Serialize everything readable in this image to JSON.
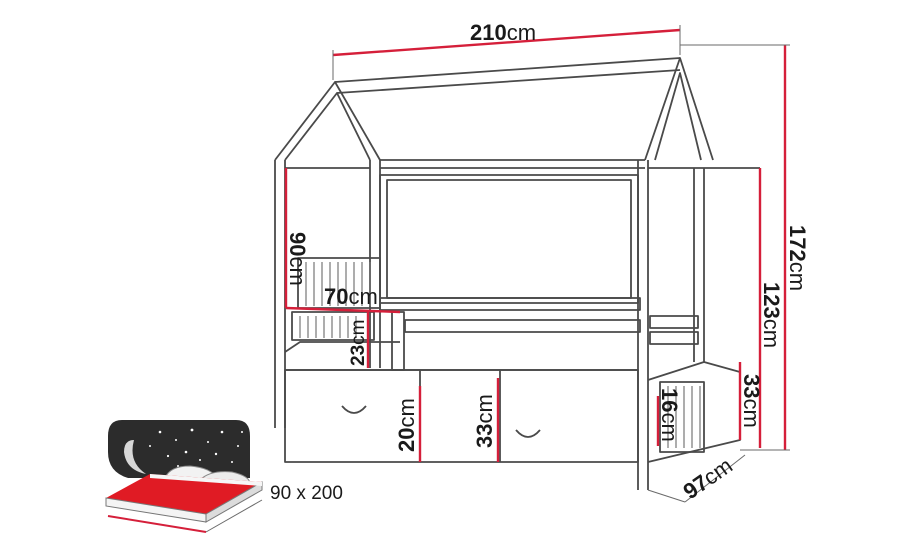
{
  "dimensions": {
    "length": {
      "value": "210",
      "unit": "cm"
    },
    "total_height": {
      "value": "172",
      "unit": "cm"
    },
    "side_height": {
      "value": "123",
      "unit": "cm"
    },
    "headboard_height": {
      "value": "90",
      "unit": "cm"
    },
    "inner_width": {
      "value": "70",
      "unit": "cm"
    },
    "rail_height": {
      "value": "23",
      "unit": "cm"
    },
    "drawer_height_left": {
      "value": "20",
      "unit": "cm"
    },
    "drawer_height_center": {
      "value": "33",
      "unit": "cm"
    },
    "footboard_inner": {
      "value": "16",
      "unit": "cm"
    },
    "footboard_height": {
      "value": "33",
      "unit": "cm"
    },
    "depth": {
      "value": "97",
      "unit": "cm"
    }
  },
  "mattress": {
    "size_label": "90 x 200"
  },
  "colors": {
    "accent": "#d51f3a",
    "line": "#4a4a4a",
    "text": "#1a1a1a",
    "night": "#2c2c2c",
    "mattress": "#e01b24"
  }
}
